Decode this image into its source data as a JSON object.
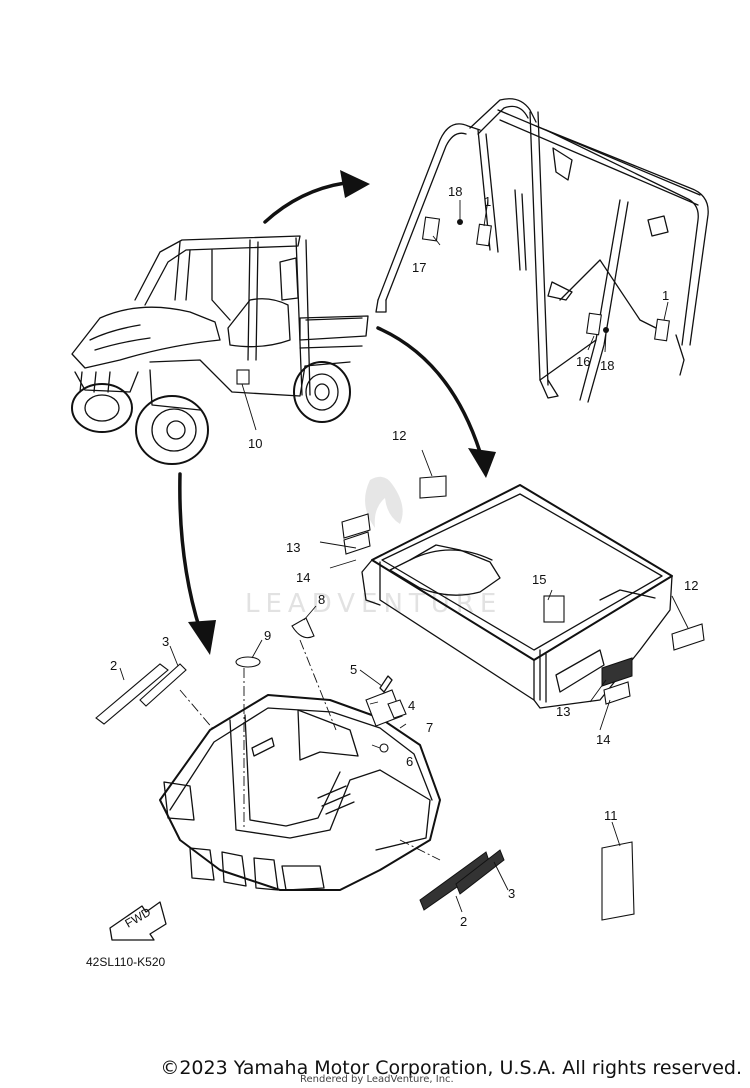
{
  "diagram": {
    "watermark": "LEADVENTURE",
    "code": "42SL110-K520",
    "fwd_label": "FWD",
    "callouts": [
      "1",
      "1",
      "2",
      "2",
      "3",
      "3",
      "4",
      "5",
      "6",
      "7",
      "8",
      "9",
      "10",
      "11",
      "12",
      "12",
      "13",
      "13",
      "14",
      "14",
      "15",
      "16",
      "17",
      "18",
      "18"
    ]
  },
  "footer": {
    "copyright": "©2023 Yamaha Motor Corporation, U.S.A. All rights reserved.",
    "rendered_by": "Rendered by LeadVenture, Inc."
  }
}
